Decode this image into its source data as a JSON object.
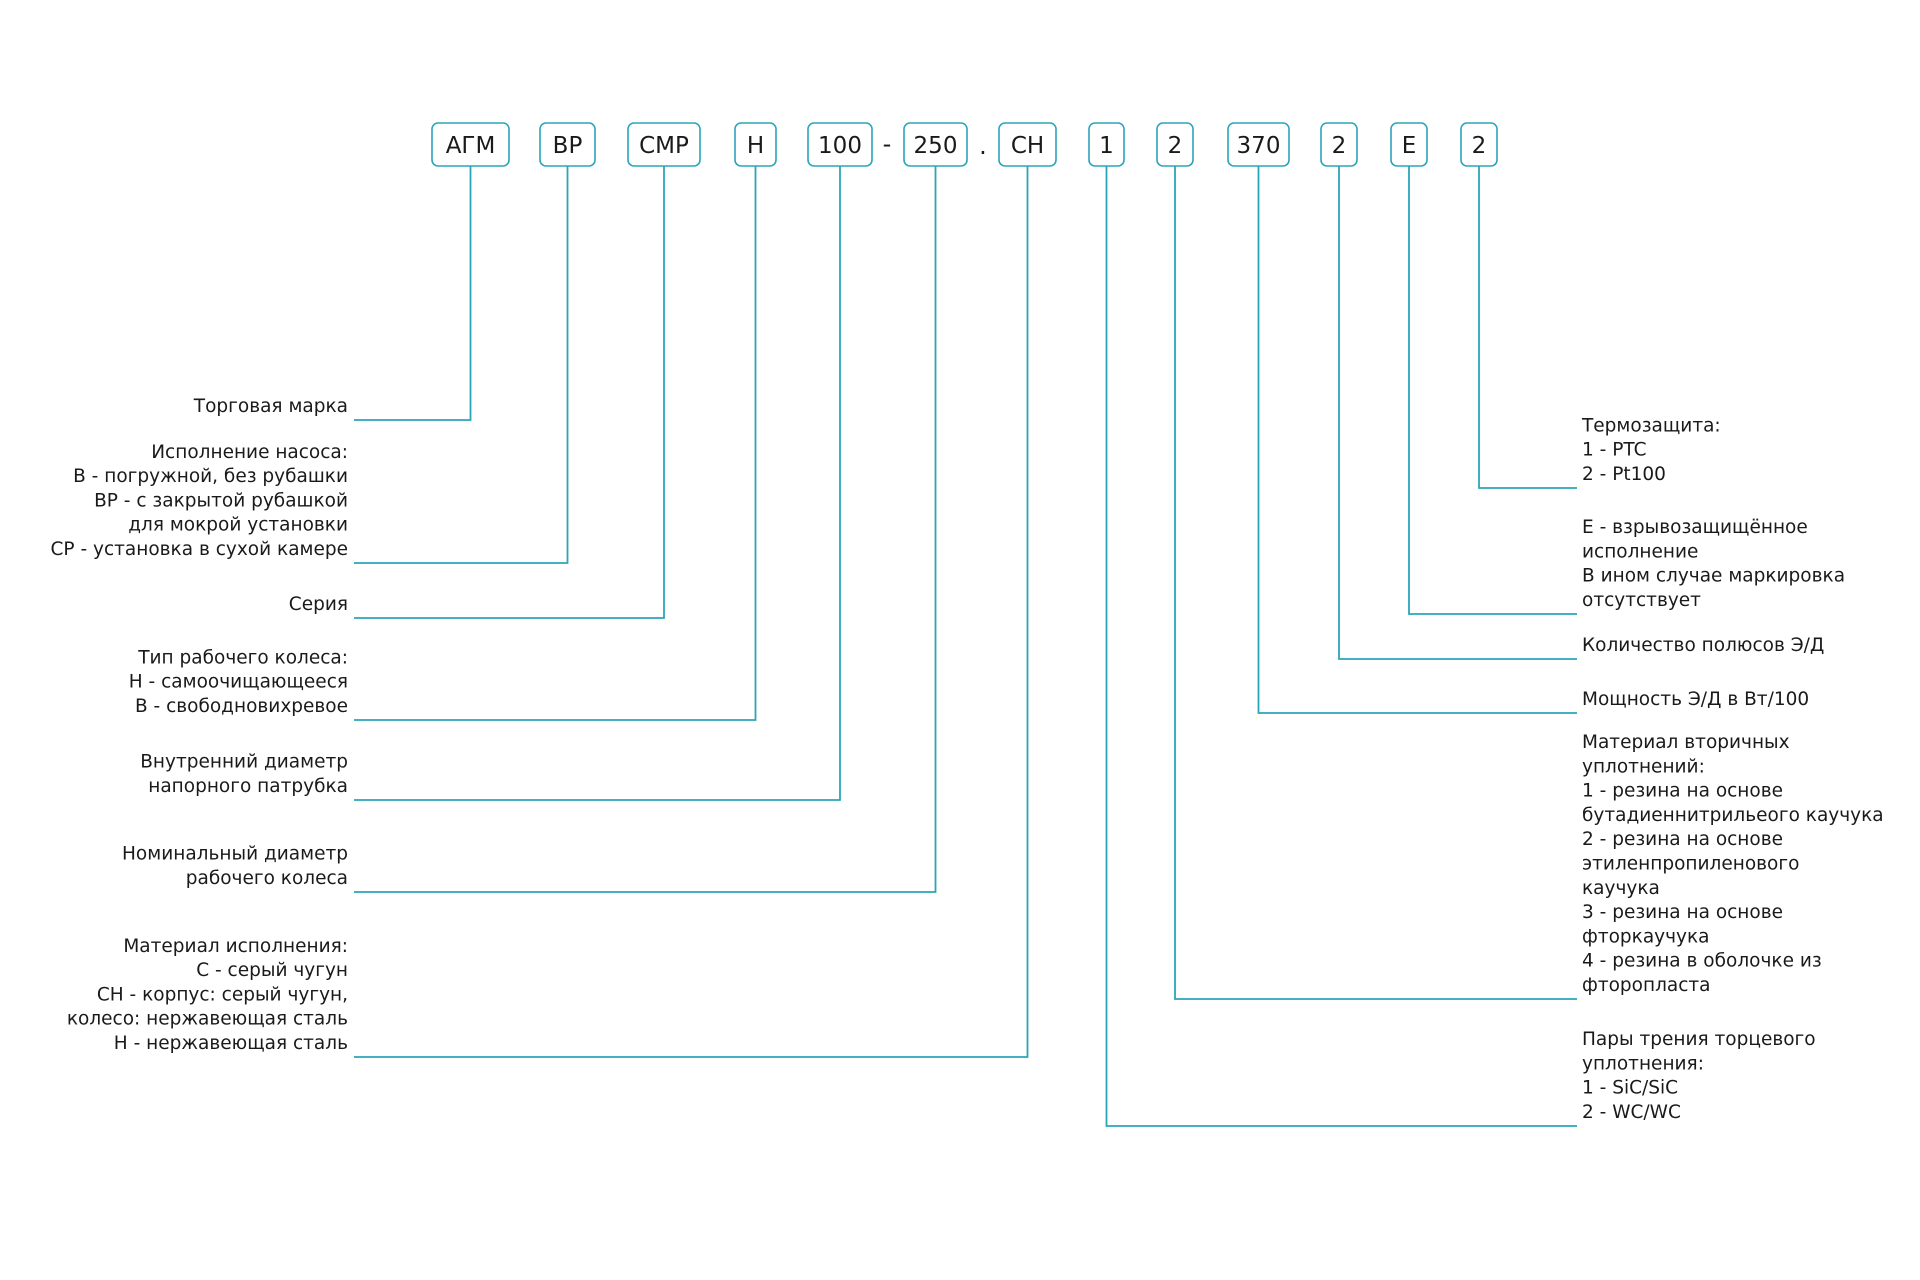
{
  "accent_color": "#2aa5b9",
  "code_boxes": [
    "АГМ",
    "ВР",
    "СМР",
    "Н",
    "100",
    "250",
    "СН",
    "1",
    "2",
    "370",
    "2",
    "Е",
    "2"
  ],
  "separators": [
    "-",
    "."
  ],
  "left_descriptions": [
    [
      "Торговая марка"
    ],
    [
      "Исполнение насоса:",
      "В - погружной, без рубашки",
      "ВР - с закрытой рубашкой",
      "для мокрой установки",
      "СР - установка в сухой камере"
    ],
    [
      "Серия"
    ],
    [
      "Тип рабочего колеса:",
      "Н - самоочищающееся",
      "В - свободновихревое"
    ],
    [
      "Внутренний диаметр",
      "напорного патрубка"
    ],
    [
      "Номинальный диаметр",
      "рабочего колеса"
    ],
    [
      "Материал исполнения:",
      "С - серый чугун",
      "СН - корпус: серый чугун,",
      "колесо: нержавеющая сталь",
      "Н - нержавеющая сталь"
    ]
  ],
  "right_descriptions": [
    [
      "Термозащита:",
      "1 - PTC",
      "2 - Pt100"
    ],
    [
      "Е - взрывозащищённое",
      "исполнение",
      "В ином случае маркировка",
      "отсутствует"
    ],
    [
      "Количество полюсов Э/Д"
    ],
    [
      "Мощность Э/Д в Вт/100"
    ],
    [
      "Материал вторичных",
      "уплотнений:",
      "1 - резина на основе",
      "бутадиеннитрильеого каучука",
      "2 - резина на основе",
      "этиленпропиленового",
      "каучука",
      "3 - резина на основе",
      "фторкаучука",
      "4 - резина в оболочке из",
      "фторопласта"
    ],
    [
      "Пары трения торцевого",
      "уплотнения:",
      "1 - SiC/SiC",
      "2 - WC/WC"
    ]
  ]
}
